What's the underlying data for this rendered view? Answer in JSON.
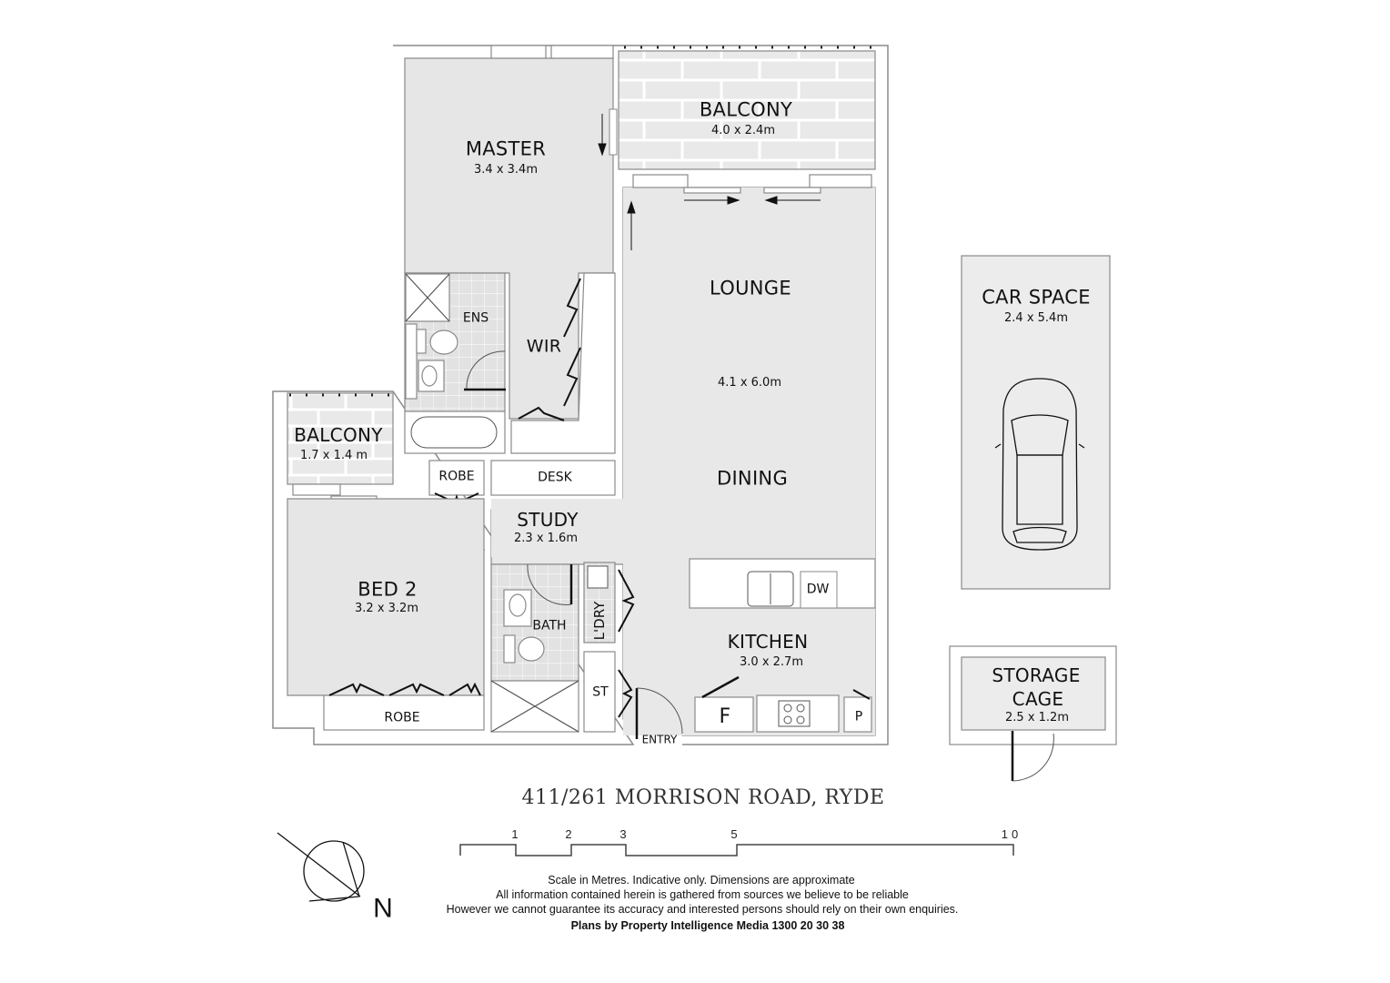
{
  "rooms": {
    "master": {
      "name": "MASTER",
      "dim": "3.4 x 3.4m"
    },
    "balcony_main": {
      "name": "BALCONY",
      "dim": "4.0 x 2.4m"
    },
    "ens": {
      "name": "ENS"
    },
    "wir": {
      "name": "WIR"
    },
    "lounge": {
      "name": "LOUNGE",
      "dim": "4.1 x 6.0m"
    },
    "dining": {
      "name": "DINING"
    },
    "balcony_small": {
      "name": "BALCONY",
      "dim": "1.7 x 1.4 m"
    },
    "robe_study": {
      "name": "ROBE"
    },
    "desk": {
      "name": "DESK"
    },
    "study": {
      "name": "STUDY",
      "dim": "2.3 x 1.6m"
    },
    "bed2": {
      "name": "BED 2",
      "dim": "3.2 x 3.2m"
    },
    "robe_bed2": {
      "name": "ROBE"
    },
    "bath": {
      "name": "BATH"
    },
    "laundry": {
      "name": "L'DRY"
    },
    "st": {
      "name": "ST"
    },
    "entry": {
      "name": "ENTRY"
    },
    "kitchen": {
      "name": "KITCHEN",
      "dim": "3.0 x 2.7m"
    },
    "dw": {
      "name": "DW"
    },
    "fridge": {
      "name": "F"
    },
    "pantry": {
      "name": "P"
    },
    "car_space": {
      "name": "CAR SPACE",
      "dim": "2.4 x 5.4m"
    },
    "storage_cage": {
      "name_line1": "STORAGE",
      "name_line2": "CAGE",
      "dim": "2.5 x 1.2m"
    }
  },
  "address": "411/261 MORRISON ROAD, RYDE",
  "scale_bar": {
    "ticks": [
      "1",
      "2",
      "3",
      "5",
      "10"
    ],
    "unit": "Metres"
  },
  "compass": {
    "label": "N"
  },
  "disclaimer": {
    "line1": "Scale in Metres. Indicative only. Dimensions are approximate",
    "line2": "All information contained herein is gathered from sources we believe to be reliable",
    "line3": "However we cannot guarantee its accuracy and interested persons should rely on their own enquiries.",
    "credit": "Plans by Property Intelligence Media 1300 20 30 38"
  },
  "colors": {
    "floor": "#e8e8e8",
    "wall": "#8a8a8a",
    "line": "#111111",
    "tile": "#ffffff"
  }
}
